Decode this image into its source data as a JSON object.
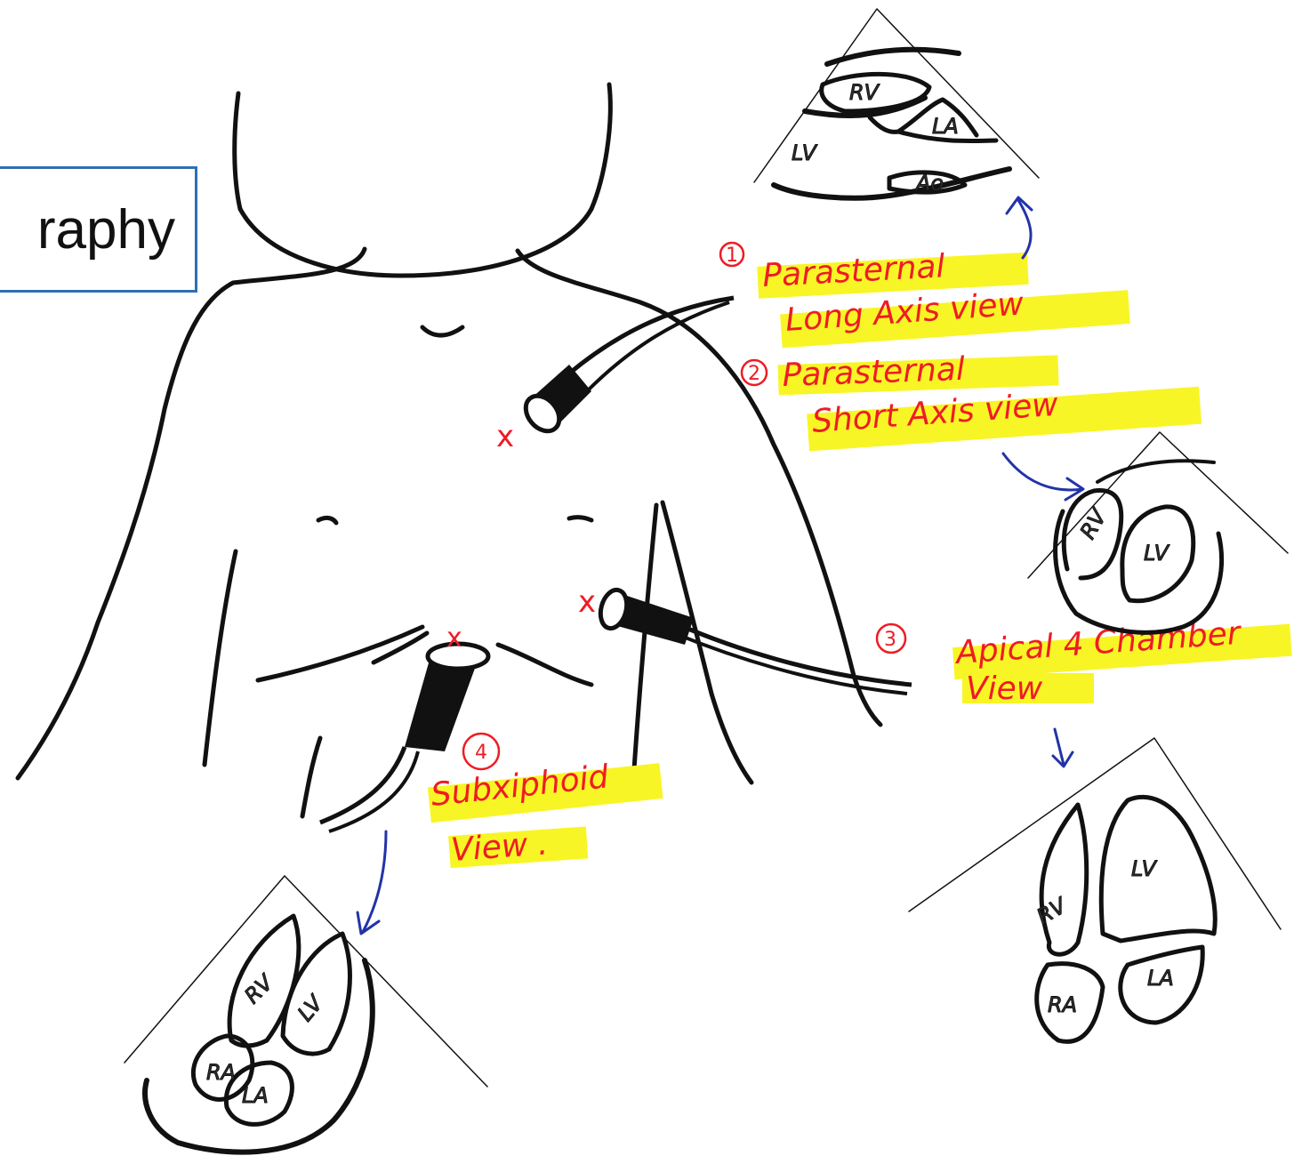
{
  "title": "raphy",
  "colors": {
    "ink": "#111111",
    "probe_marker": "#ee1c25",
    "highlight": "#f8f526",
    "arrow": "#2233a8",
    "title_border": "#2e6fb5"
  },
  "views": [
    {
      "number": "1",
      "line1": "Parasternal",
      "line2": "Long Axis view",
      "chambers": [
        "RV",
        "LA",
        "LV",
        "Ao"
      ]
    },
    {
      "number": "2",
      "line1": "Parasternal",
      "line2": "Short Axis view",
      "chambers": [
        "RV",
        "LV"
      ]
    },
    {
      "number": "3",
      "line1": "Apical 4 Chamber",
      "line2": "View",
      "chambers": [
        "LV",
        "RV",
        "RA",
        "LA"
      ]
    },
    {
      "number": "4",
      "line1": "Subxiphoid",
      "line2": "View .",
      "chambers": [
        "RV",
        "LV",
        "RA",
        "LA"
      ]
    }
  ],
  "probe_marker_glyph": "x"
}
